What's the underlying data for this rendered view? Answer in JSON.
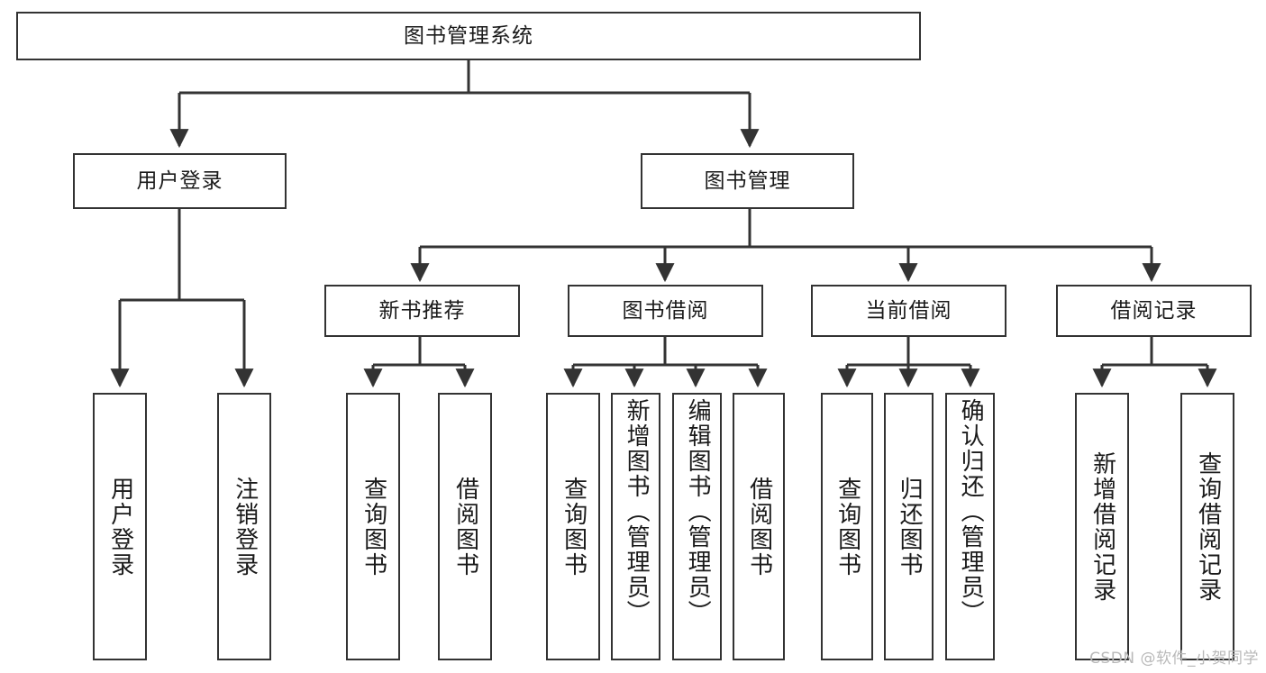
{
  "diagram": {
    "title": "图书管理系统",
    "watermark": "CSDN @软件_小贺同学",
    "colors": {
      "background": "#ffffff",
      "stroke": "#333333",
      "text": "#1a1a1a",
      "watermark": "#b9b9b9"
    },
    "root": {
      "label": "图书管理系统"
    },
    "level2": [
      {
        "label": "用户登录"
      },
      {
        "label": "图书管理"
      }
    ],
    "level3": [
      {
        "label": "新书推荐"
      },
      {
        "label": "图书借阅"
      },
      {
        "label": "当前借阅"
      },
      {
        "label": "借阅记录"
      }
    ],
    "leaves": {
      "user_login": [
        {
          "label": "用户登录"
        },
        {
          "label": "注销登录"
        }
      ],
      "new_book": [
        {
          "label": "查询图书"
        },
        {
          "label": "借阅图书"
        }
      ],
      "book_borrow": [
        {
          "label": "查询图书"
        },
        {
          "label": "新增图书（管理员）"
        },
        {
          "label": "编辑图书（管理员）"
        },
        {
          "label": "借阅图书"
        }
      ],
      "current_borrow": [
        {
          "label": "查询图书"
        },
        {
          "label": "归还图书"
        },
        {
          "label": "确认归还（管理员）"
        }
      ],
      "borrow_record": [
        {
          "label": "新增借阅记录"
        },
        {
          "label": "查询借阅记录"
        }
      ]
    }
  }
}
